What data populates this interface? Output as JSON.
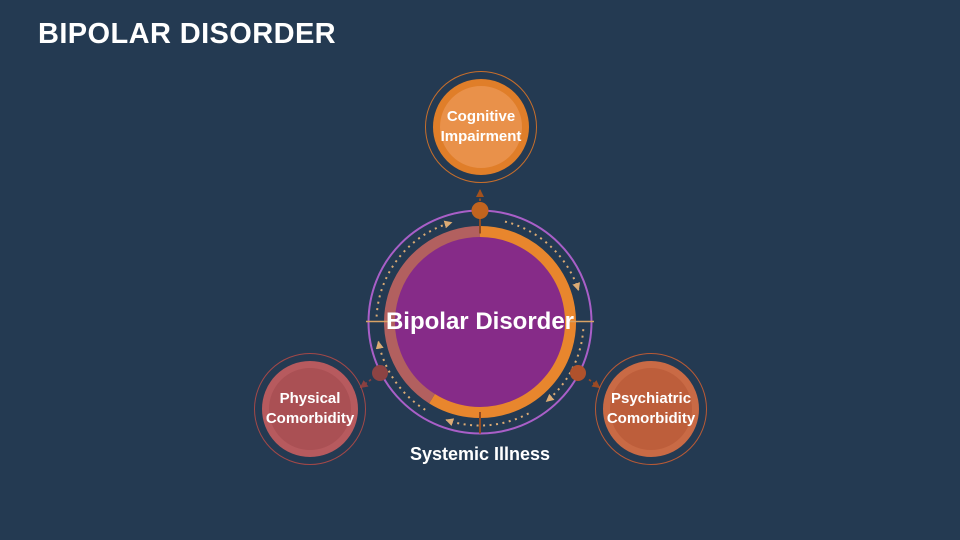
{
  "slide": {
    "title": "BIPOLAR DISORDER"
  },
  "diagram": {
    "type": "hub-and-spoke-cycle",
    "center": {
      "label": "Bipolar Disorder"
    },
    "footer_label": "Systemic Illness",
    "nodes": [
      {
        "id": "cognitive-impairment",
        "label": "Cognitive Impairment",
        "position": "top"
      },
      {
        "id": "physical-comorbidity",
        "label": "Physical Comorbidity",
        "position": "bottom-left"
      },
      {
        "id": "psychiatric-comorbidity",
        "label": "Psychiatric Comorbidity",
        "position": "bottom-right"
      }
    ],
    "rotation_direction": "clockwise"
  },
  "colors": {
    "background": "#243a52",
    "title_text": "#ffffff",
    "label_text": "#ffffff",
    "center_fill": "#862b88",
    "ring_orange": "#e8862d",
    "ring_mauve": "#b2605f",
    "outer_ring": "#a95fc8",
    "dash_arc": "#dcab74",
    "tick_warm": "#d8a265",
    "tick_dark": "#8f4a22",
    "dot_top": "#c2641f",
    "dot_left": "#8d4343",
    "dot_right": "#b0522c",
    "arrow_top": "#a3511d",
    "arrow_left": "#8a4040",
    "arrow_right": "#9c4a24",
    "node_cognitive_fill": "#e9914a",
    "node_cognitive_border": "#e07e29",
    "node_cognitive_outline": "#c76e2b",
    "node_physical_fill": "#aa5054",
    "node_physical_border": "#b75a5e",
    "node_physical_outline": "#a34848",
    "node_psychiatric_fill": "#bd5e3b",
    "node_psychiatric_border": "#c96a45",
    "node_psychiatric_outline": "#b95a35"
  }
}
